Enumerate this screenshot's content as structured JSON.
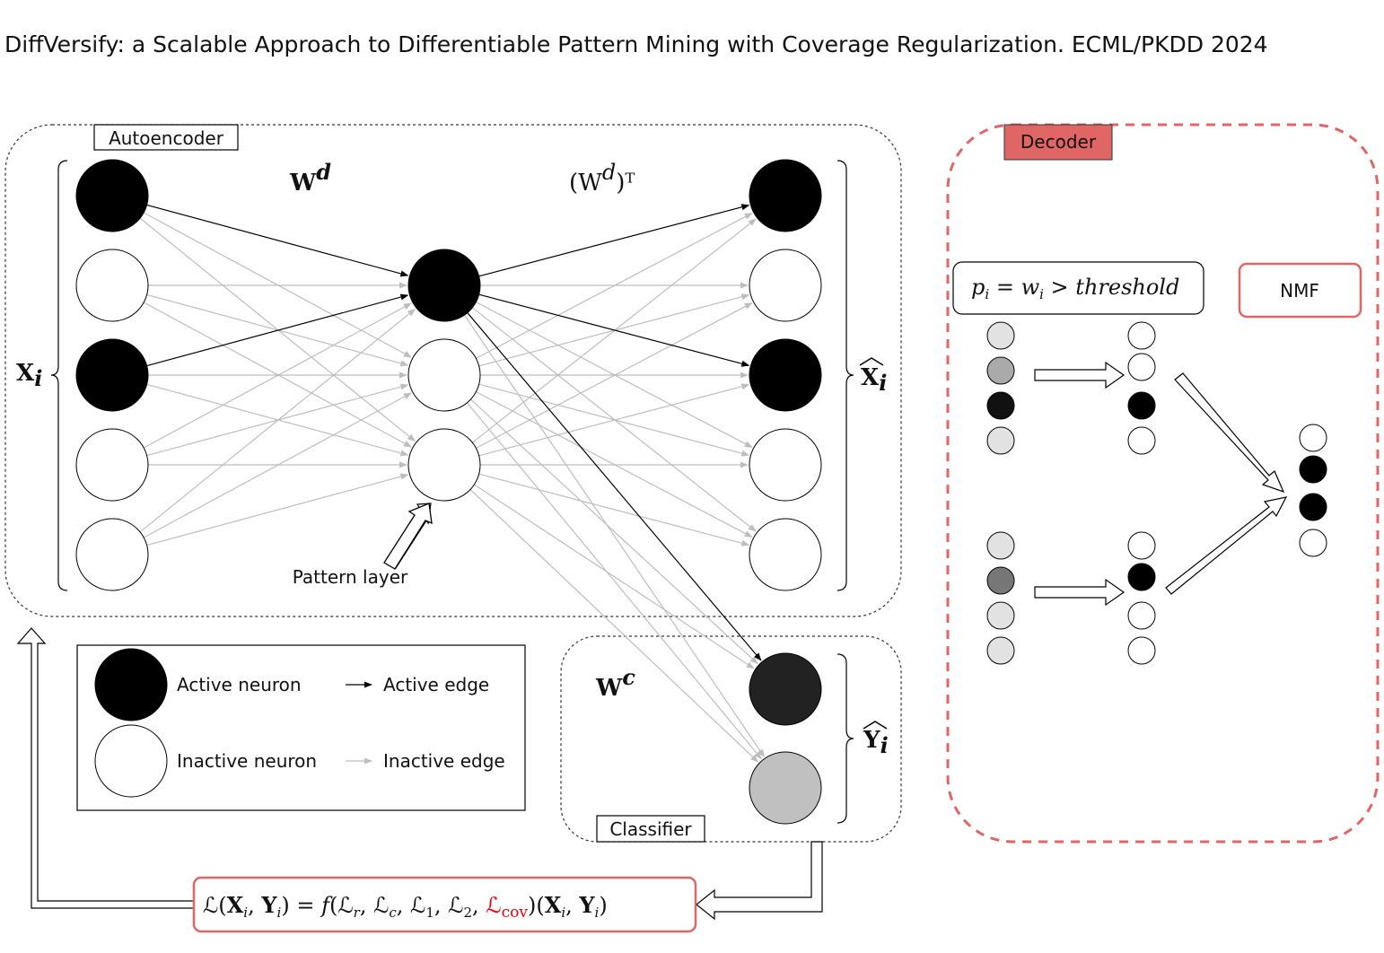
{
  "title": "DiffVersify: a Scalable Approach to Differentiable Pattern Mining with Coverage Regularization. ECML/PKDD  2024",
  "autoencoder": {
    "label": "Autoencoder",
    "input_label": "X",
    "input_sub": "i",
    "output_label": "X",
    "output_sub": "i",
    "weight_label": "W",
    "weight_sup": "d",
    "weight_t_label": "(W",
    "weight_t_sup": "d",
    "weight_t_close": ")ᵀ",
    "pattern_layer_label": "Pattern layer",
    "input_neurons": [
      1,
      0,
      1,
      0,
      0
    ],
    "pattern_neurons": [
      1,
      0,
      0
    ],
    "output_neurons": [
      1,
      0,
      1,
      0,
      0
    ]
  },
  "classifier": {
    "label": "Classifier",
    "weight_label": "W",
    "weight_sup": "c",
    "output_label": "Y",
    "output_sub": "i",
    "output_neurons": [
      "#222222",
      "#c0c0c0"
    ]
  },
  "legend": {
    "active_neuron": "Active neuron",
    "inactive_neuron": "Inactive neuron",
    "active_edge": "Active edge",
    "inactive_edge": "Inactive edge"
  },
  "decoder": {
    "label": "Decoder",
    "threshold_formula": {
      "p": "p",
      "p_sub": "i",
      "eq": " = ",
      "w": "w",
      "w_sub": "i",
      "gt": " > ",
      "thr": "threshold"
    },
    "nmf_label": "NMF",
    "top_group_in": [
      "#e2e2e2",
      "#aaaaaa",
      "#111111",
      "#e2e2e2"
    ],
    "top_group_out": [
      0,
      0,
      1,
      0
    ],
    "bottom_group_in": [
      "#e2e2e2",
      "#777777",
      "#e2e2e2",
      "#e2e2e2"
    ],
    "bottom_group_out": [
      0,
      1,
      0,
      0
    ],
    "nmf_out": [
      0,
      1,
      1,
      0
    ]
  },
  "loss": {
    "L": "ℒ",
    "open": "(",
    "X": "X",
    "X_sub": "i",
    "comma": ", ",
    "Y": "Y",
    "Y_sub": "i",
    "close": ")",
    "eq": " = ",
    "f": "f",
    "Lr_sub": "r",
    "Lc_sub": "c",
    "L1_sub": "1",
    "L2_sub": "2",
    "Lcov_sub": "cov"
  },
  "colors": {
    "active": "#000000",
    "inactive_edge": "#bdbdbd",
    "decoder_border": "#e06666",
    "decoder_fill": "#e06666",
    "loss_border": "#e06666",
    "cov_red": "#e8000b"
  }
}
